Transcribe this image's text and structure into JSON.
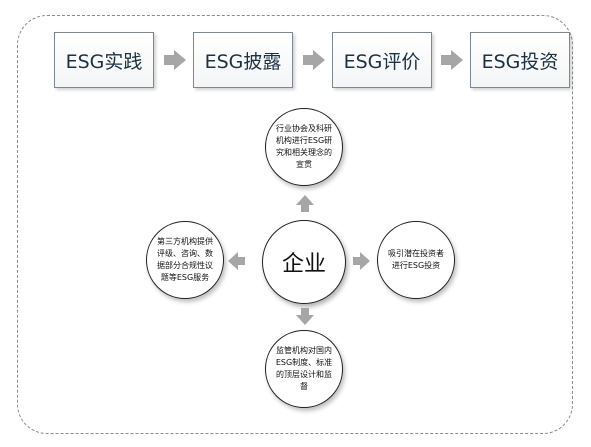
{
  "stages": [
    "ESG实践",
    "ESG披露",
    "ESG评价",
    "ESG投资"
  ],
  "center": "企业",
  "nodes": {
    "top": "行业协会及科研机构进行ESG研究和相关理念的宣贯",
    "left": "第三方机构提供评级、咨询、数据部分合规性议题等ESG服务",
    "right": "吸引潜在投资者进行ESG投资",
    "bottom": "监管机构对国内ESG制度、标准的顶层设计和监督"
  },
  "colors": {
    "stage_text": "#1c3145",
    "arrow": "#a6a6a6",
    "frame": "#8c8c8c"
  }
}
